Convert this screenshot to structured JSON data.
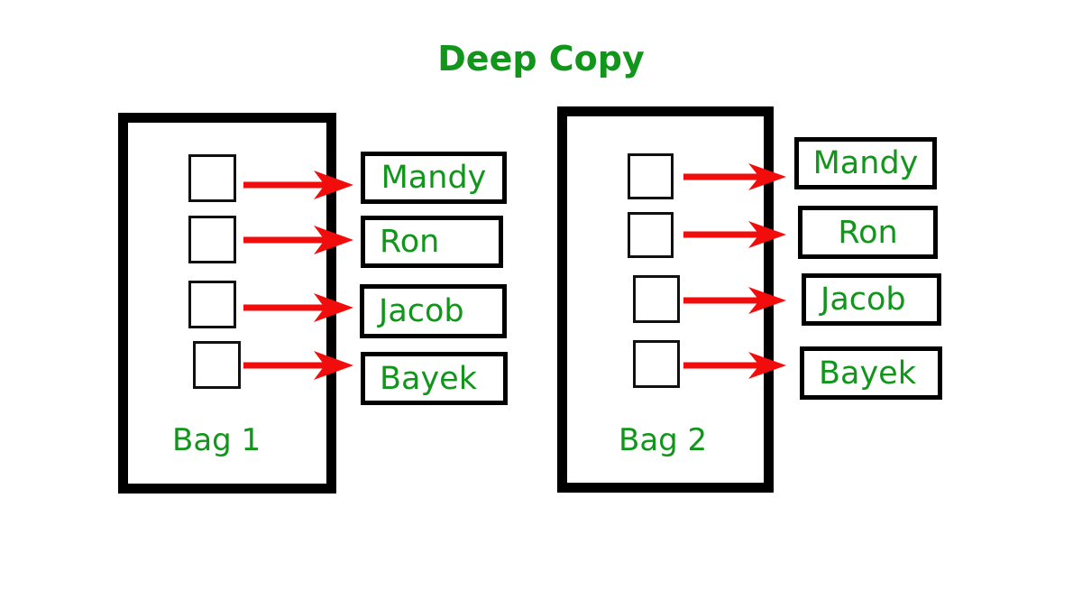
{
  "title": "Deep Copy",
  "colors": {
    "text_green": "#11961b",
    "arrow_red": "#f20d0d",
    "frame_black": "#000000",
    "background": "#ffffff"
  },
  "bags": [
    {
      "id": "bag-1",
      "label": "Bag 1",
      "references": [
        {
          "slot": 1,
          "points_to": "Mandy"
        },
        {
          "slot": 2,
          "points_to": "Ron"
        },
        {
          "slot": 3,
          "points_to": "Jacob"
        },
        {
          "slot": 4,
          "points_to": "Bayek"
        }
      ],
      "objects": [
        "Mandy",
        "Ron",
        "Jacob",
        "Bayek"
      ]
    },
    {
      "id": "bag-2",
      "label": "Bag 2",
      "references": [
        {
          "slot": 1,
          "points_to": "Mandy"
        },
        {
          "slot": 2,
          "points_to": "Ron"
        },
        {
          "slot": 3,
          "points_to": "Jacob"
        },
        {
          "slot": 4,
          "points_to": "Bayek"
        }
      ],
      "objects": [
        "Mandy",
        "Ron",
        "Jacob",
        "Bayek"
      ]
    }
  ],
  "arrows": {
    "count": 8,
    "color": "#f20d0d",
    "direction": "left-to-right",
    "head": "filled-triangle"
  }
}
